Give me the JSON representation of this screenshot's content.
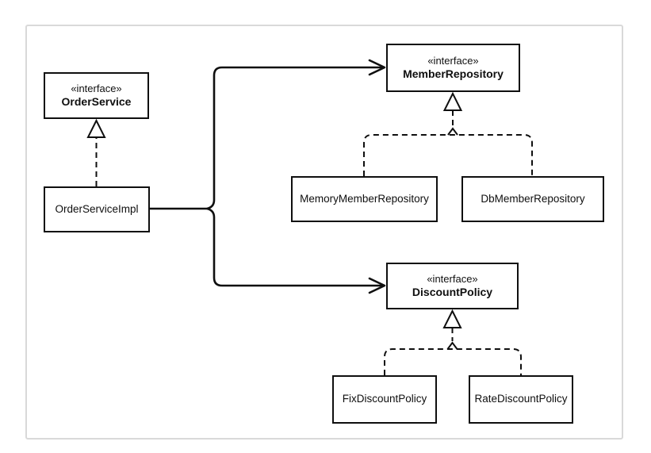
{
  "diagram": {
    "kind": "uml-class-diagram",
    "stereotype_label": "«interface»",
    "nodes": {
      "order_service": {
        "stereotype": "«interface»",
        "name": "OrderService"
      },
      "order_service_impl": {
        "name": "OrderServiceImpl"
      },
      "member_repository": {
        "stereotype": "«interface»",
        "name": "MemberRepository"
      },
      "memory_member_repository": {
        "name": "MemoryMemberRepository"
      },
      "db_member_repository": {
        "name": "DbMemberRepository"
      },
      "discount_policy": {
        "stereotype": "«interface»",
        "name": "DiscountPolicy"
      },
      "fix_discount_policy": {
        "name": "FixDiscountPolicy"
      },
      "rate_discount_policy": {
        "name": "RateDiscountPolicy"
      }
    },
    "edges": [
      {
        "from": "OrderServiceImpl",
        "to": "OrderService",
        "type": "realization",
        "style": "dashed-hollow-triangle"
      },
      {
        "from": "OrderServiceImpl",
        "to": "MemberRepository",
        "type": "dependency",
        "style": "solid-open-arrow"
      },
      {
        "from": "OrderServiceImpl",
        "to": "DiscountPolicy",
        "type": "dependency",
        "style": "solid-open-arrow"
      },
      {
        "from": "MemoryMemberRepository",
        "to": "MemberRepository",
        "type": "realization",
        "style": "dashed-hollow-triangle"
      },
      {
        "from": "DbMemberRepository",
        "to": "MemberRepository",
        "type": "realization",
        "style": "dashed-hollow-triangle"
      },
      {
        "from": "FixDiscountPolicy",
        "to": "DiscountPolicy",
        "type": "realization",
        "style": "dashed-hollow-triangle"
      },
      {
        "from": "RateDiscountPolicy",
        "to": "DiscountPolicy",
        "type": "realization",
        "style": "dashed-hollow-triangle"
      }
    ],
    "colors": {
      "line": "#0f0f0f",
      "box_border": "#0f0f0f",
      "box_fill": "#ffffff",
      "background": "#ffffff",
      "frame_border": "#d9d9d9"
    }
  }
}
